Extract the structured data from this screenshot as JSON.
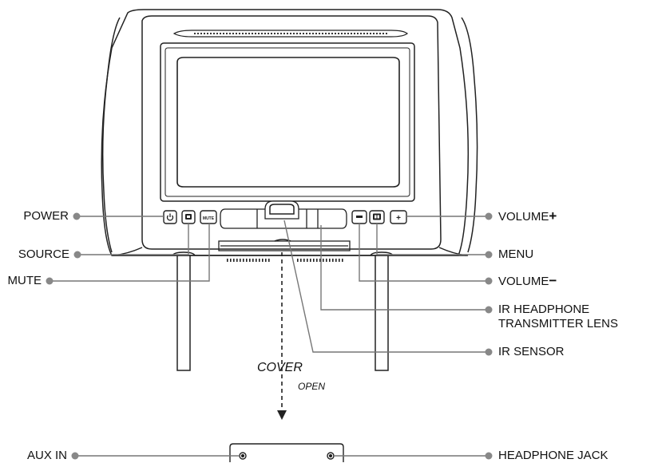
{
  "labels": {
    "power": "POWER",
    "source": "SOURCE",
    "mute": "MUTE",
    "volume_plus": "VOLUME",
    "volume_plus_sign": "+",
    "menu": "MENU",
    "volume_minus": "VOLUME",
    "volume_minus_sign": "−",
    "ir_headphone_line1": "IR HEADPHONE",
    "ir_headphone_line2": "TRANSMITTER LENS",
    "ir_sensor": "IR SENSOR",
    "cover": "COVER",
    "open": "OPEN",
    "aux_in": "AUX IN",
    "headphone_jack": "HEADPHONE JACK"
  },
  "buttons": {
    "power_icon": "power-icon",
    "source_icon": "source-icon",
    "mute_text": "MUTE",
    "minus_text": "−",
    "menu_icon": "menu-icon",
    "plus_text": "+"
  },
  "colors": {
    "line": "#222222",
    "leader": "#777777",
    "dot": "#888888"
  }
}
